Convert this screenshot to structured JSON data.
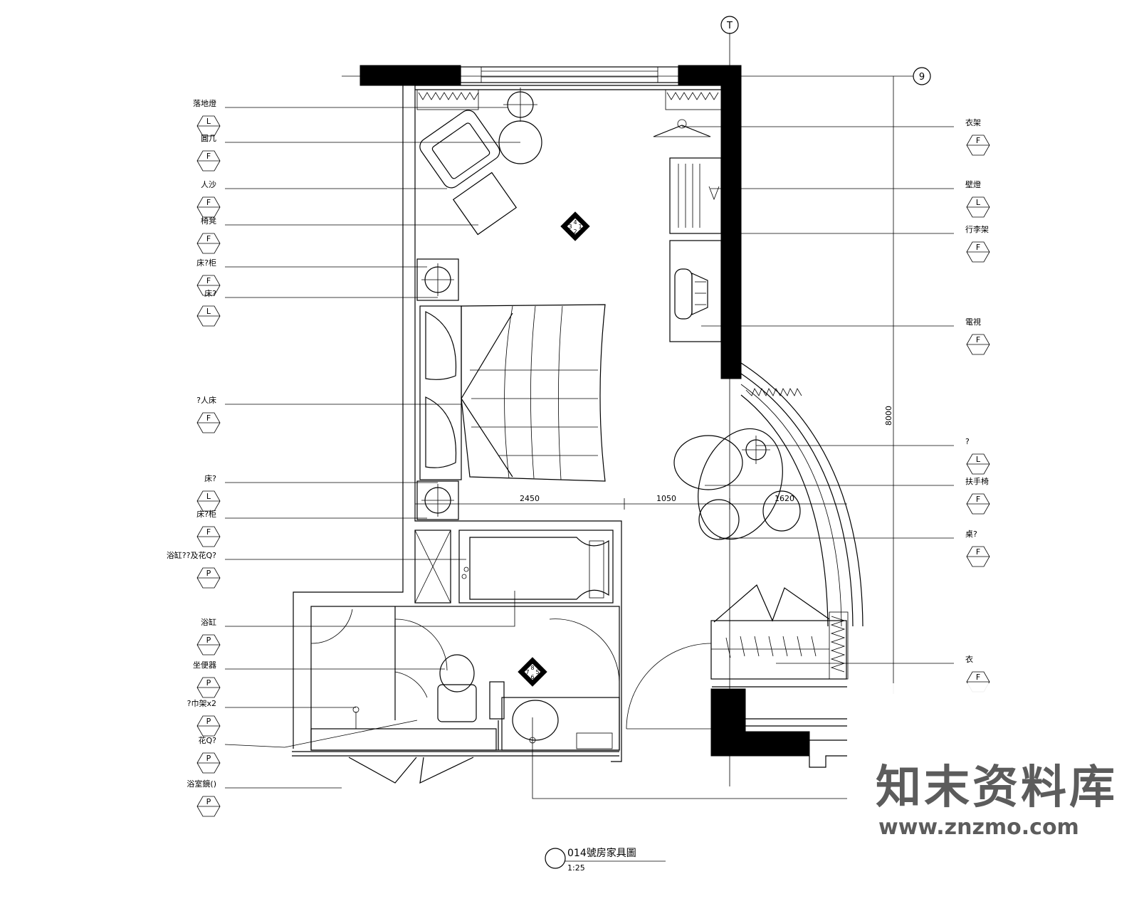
{
  "grid": {
    "top_axis": "T",
    "right_axis": "9"
  },
  "tags": {
    "left": [
      {
        "label": "落地燈",
        "code": "L"
      },
      {
        "label": "圓几",
        "code": "F"
      },
      {
        "label": "人沙",
        "code": "F"
      },
      {
        "label": "椅凳",
        "code": "F"
      },
      {
        "label": "床?柜",
        "code": "F"
      },
      {
        "label": "床?",
        "code": "L"
      },
      {
        "label": "?人床",
        "code": "F"
      },
      {
        "label": "床?",
        "code": "L"
      },
      {
        "label": "床?柜",
        "code": "F"
      },
      {
        "label": "浴缸??及花Q?",
        "code": "P"
      },
      {
        "label": "浴缸",
        "code": "P"
      },
      {
        "label": "坐便器",
        "code": "P"
      },
      {
        "label": "?巾架x2",
        "code": "P"
      },
      {
        "label": "花Q?",
        "code": "P"
      },
      {
        "label": "浴室鏡()",
        "code": "P"
      }
    ],
    "right": [
      {
        "label": "衣架",
        "code": "F"
      },
      {
        "label": "壁燈",
        "code": "L"
      },
      {
        "label": "行李架",
        "code": "F"
      },
      {
        "label": "電視",
        "code": "F"
      },
      {
        "label": "?",
        "code": "L"
      },
      {
        "label": "扶手椅",
        "code": "F"
      },
      {
        "label": "桌?",
        "code": "F"
      },
      {
        "label": "衣",
        "code": "F"
      }
    ]
  },
  "dimensions": {
    "d1": "2450",
    "d2": "1050",
    "d3": "1620",
    "overall": "8000"
  },
  "view_marker_1": {
    "n1": "4",
    "n2": "1",
    "n3": "2",
    "n4": "3"
  },
  "view_marker_2": {
    "n1": "8",
    "n2": "5",
    "n3": "6",
    "n4": "7"
  },
  "caption": {
    "title": "014號房家具圖",
    "scale": "1:25"
  },
  "watermark": {
    "title": "知末资料库",
    "url": "www.znzmo.com"
  }
}
